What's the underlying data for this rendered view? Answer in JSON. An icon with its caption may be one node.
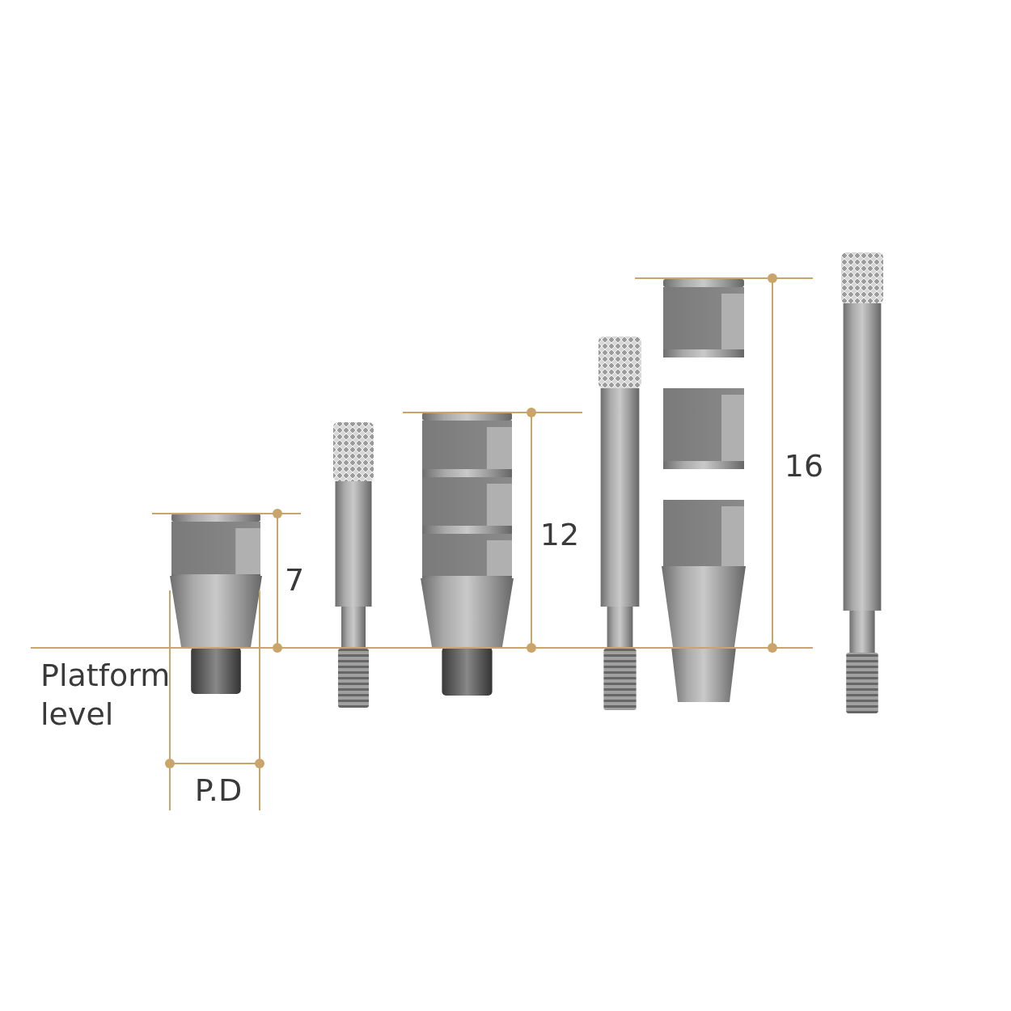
{
  "diagram": {
    "labels": [
      "16",
      "12",
      "7",
      "Platform level",
      "P.D"
    ]
  }
}
